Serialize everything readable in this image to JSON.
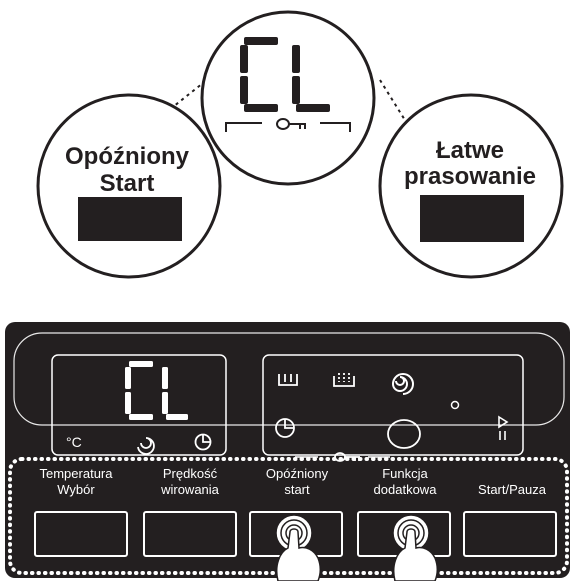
{
  "display": {
    "code": "CL",
    "unit": "°C"
  },
  "callouts": {
    "left": {
      "line1": "Opóźniony",
      "line2": "Start"
    },
    "right": {
      "line1": "Łatwe",
      "line2": "prasowanie"
    }
  },
  "buttons": [
    {
      "line1": "Temperatura",
      "line2": "Wybór"
    },
    {
      "line1": "Prędkość",
      "line2": "wirowania"
    },
    {
      "line1": "Opóźniony",
      "line2": "start"
    },
    {
      "line1": "Funkcja",
      "line2": "dodatkowa"
    },
    {
      "line1": "Start/Pauza",
      "line2": ""
    }
  ],
  "icons": [
    "key-icon",
    "temperature-icon",
    "spin-icon",
    "timer-icon",
    "wash-icon",
    "rinse-icon",
    "spin-icon-large",
    "play-pause-icon",
    "finger-touch-icon"
  ],
  "colors": {
    "panel": "#231f20",
    "text": "#231f20",
    "panel_text": "#ffffff"
  }
}
